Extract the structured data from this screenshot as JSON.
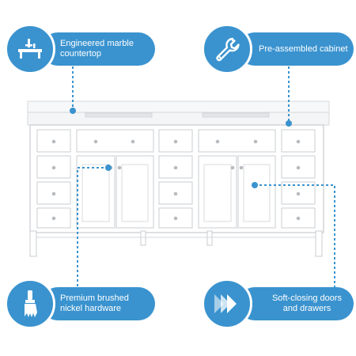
{
  "colors": {
    "accent": "#3a93cf",
    "cabinet": "#ffffff",
    "outline": "#c9ccd0",
    "knob": "#b8bcc0"
  },
  "features": {
    "countertop": {
      "icon": "countertop-icon",
      "line1": "Engineered marble",
      "line2": "countertop"
    },
    "assembly": {
      "icon": "wrench-icon",
      "line1": "Pre-assembled cabinet"
    },
    "hardware": {
      "icon": "brush-icon",
      "line1": "Premium brushed",
      "line2": "nickel hardware"
    },
    "closing": {
      "icon": "soft-close-icon",
      "line1": "Soft-closing doors",
      "line2": "and drawers"
    }
  }
}
